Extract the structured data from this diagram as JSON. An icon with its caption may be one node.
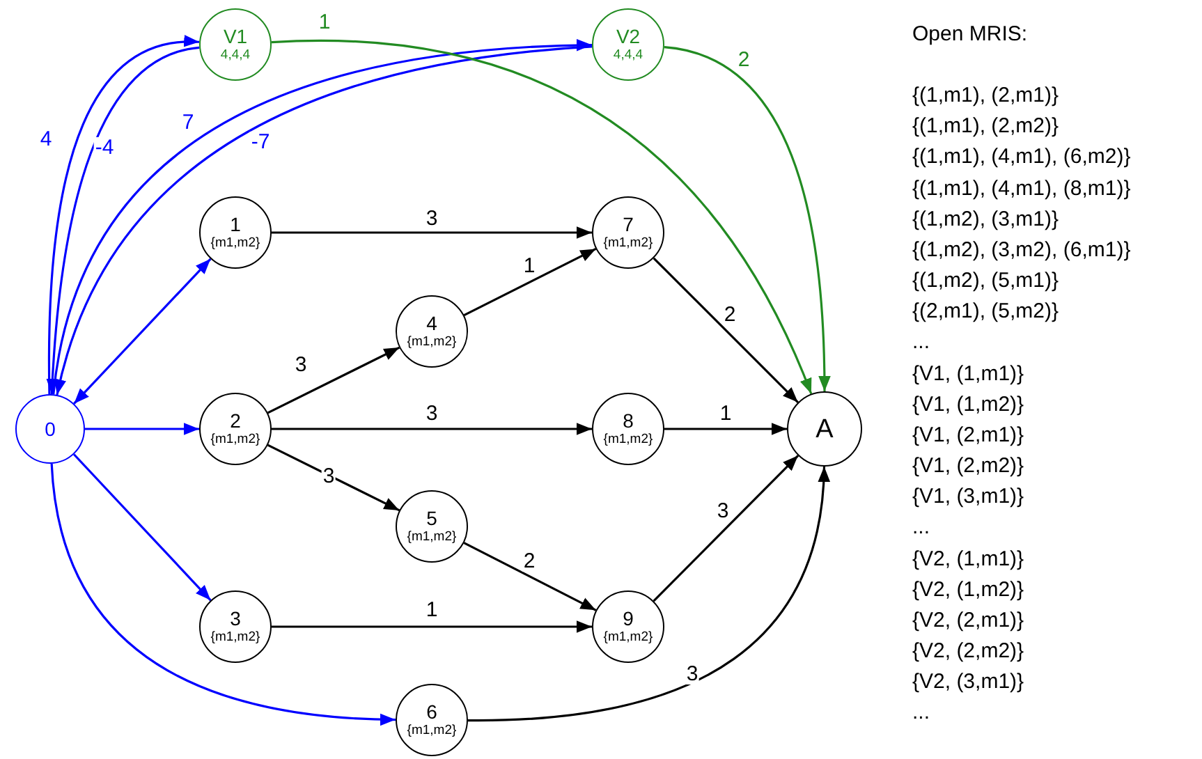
{
  "diagram": {
    "nodes": [
      {
        "text": [
          "V1",
          "4,4,4"
        ]
      },
      {
        "text": [
          "V2",
          "4,4,4"
        ]
      },
      {
        "text": [
          "1",
          "{m1,m2}"
        ]
      },
      {
        "text": [
          "7",
          "{m1,m2}"
        ]
      },
      {
        "text": [
          "4",
          "{m1,m2}"
        ]
      },
      {
        "text": [
          "0"
        ]
      },
      {
        "text": [
          "2",
          "{m1,m2}"
        ]
      },
      {
        "text": [
          "8",
          "{m1,m2}"
        ]
      },
      {
        "text": [
          "A"
        ]
      },
      {
        "text": [
          "5",
          "{m1,m2}"
        ]
      },
      {
        "text": [
          "3",
          "{m1,m2}"
        ]
      },
      {
        "text": [
          "9",
          "{m1,m2}"
        ]
      },
      {
        "text": [
          "6",
          "{m1,m2}"
        ]
      }
    ],
    "edges": [
      {
        "from": 5,
        "to": 0,
        "arrow": "to",
        "label": "4",
        "color": "#0000ff"
      },
      {
        "from": 0,
        "to": 5,
        "arrow": "to",
        "label": "-4",
        "color": "#0000ff"
      },
      {
        "from": 5,
        "to": 1,
        "arrow": "to",
        "label": "7",
        "color": "#0000ff"
      },
      {
        "from": 1,
        "to": 5,
        "arrow": "to",
        "label": "-7",
        "color": "#0000ff"
      },
      {
        "from": 0,
        "to": 8,
        "arrow": "to",
        "label": "1",
        "color": "#228b22"
      },
      {
        "from": 1,
        "to": 8,
        "arrow": "to",
        "label": "2",
        "color": "#228b22"
      },
      {
        "from": 5,
        "to": 2,
        "arrow": "both",
        "color": "#0000ff"
      },
      {
        "from": 5,
        "to": 6,
        "arrow": "to",
        "color": "#0000ff"
      },
      {
        "from": 5,
        "to": 10,
        "arrow": "to",
        "color": "#0000ff"
      },
      {
        "from": 5,
        "to": 12,
        "arrow": "to",
        "color": "#0000ff"
      },
      {
        "from": 2,
        "to": 3,
        "arrow": "to",
        "label": "3"
      },
      {
        "from": 6,
        "to": 4,
        "arrow": "to",
        "label": "3"
      },
      {
        "from": 4,
        "to": 3,
        "arrow": "to",
        "label": "1"
      },
      {
        "from": 6,
        "to": 7,
        "arrow": "to",
        "label": "3"
      },
      {
        "from": 6,
        "to": 9,
        "arrow": "to",
        "label": "3"
      },
      {
        "from": 3,
        "to": 8,
        "arrow": "to",
        "label": "2"
      },
      {
        "from": 7,
        "to": 8,
        "arrow": "to",
        "label": "1"
      },
      {
        "from": 9,
        "to": 11,
        "arrow": "to",
        "label": "2"
      },
      {
        "from": 10,
        "to": 11,
        "arrow": "to",
        "label": "1"
      },
      {
        "from": 11,
        "to": 8,
        "arrow": "to",
        "label": "3"
      },
      {
        "from": 12,
        "to": 8,
        "arrow": "to",
        "label": "3"
      }
    ],
    "labels": [
      "Open MRIS:",
      "{(1,m1), (2,m1)}",
      "{(1,m1), (2,m2)}",
      "{(1,m1), (4,m1), (6,m2)}",
      "{(1,m1), (4,m1), (8,m1)}",
      "{(1,m2), (3,m1)}",
      "{(1,m2), (3,m2), (6,m1)}",
      "{(1,m2), (5,m1)}",
      "{(2,m1), (5,m2)}",
      "...",
      "{V1, (1,m1)}",
      "{V1, (1,m2)}",
      "{V1, (2,m1)}",
      "{V1, (2,m2)}",
      "{V1, (3,m1)}",
      "...",
      "{V2, (1,m1)}",
      "{V2, (1,m2)}",
      "{V2, (2,m1)}",
      "{V2, (2,m2)}",
      "{V2, (3,m1)}",
      "..."
    ]
  }
}
